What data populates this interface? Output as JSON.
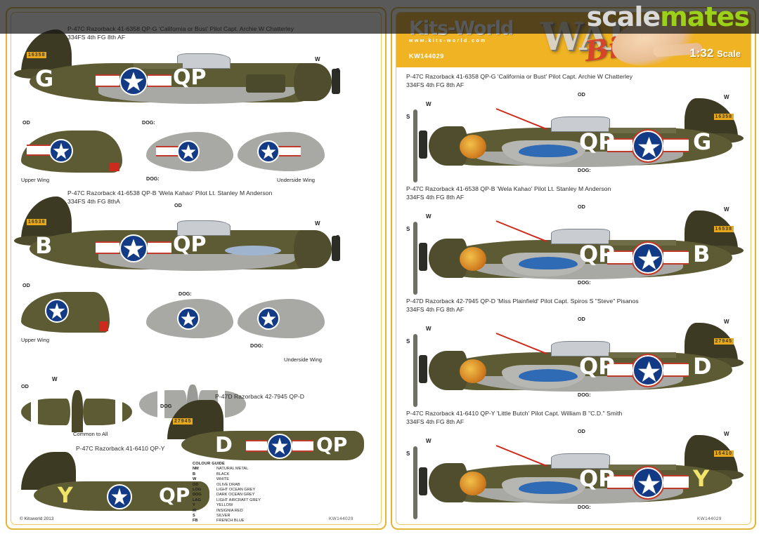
{
  "brand": {
    "logo": "Kits-World",
    "url": "www.kits-world.com",
    "product_code": "KW144029",
    "series_word1": "WAR",
    "series_word2": "Birds",
    "scale": "1:32",
    "scale_suffix": "Scale"
  },
  "watermark": {
    "part1": "scale",
    "part2": "mates"
  },
  "left_panel": {
    "captions": {
      "a1_line1": "P-47C Razorback 41-6358 QP-G 'California or Bust' Pilot Capt. Archie W Chatterley",
      "a1_line2": "334FS 4th FG 8th AF",
      "a2_line1": "P-47C Razorback 41-6538 QP-B 'Wela Kahao' Pilot  Lt. Stanley M  Anderson",
      "a2_line2": "334FS 4th FG 8thA",
      "a3": "P-47D Razorback 42-7945 QP-D",
      "a4": "P-47C Razorback 41-6410 QP-Y"
    },
    "wing_labels": {
      "upper_1": "Upper Wing",
      "under_1": "Underside Wing",
      "upper_2": "Upper Wing",
      "under_2": "Underside Wing",
      "common": "Common to All"
    },
    "colour_guide": {
      "title": "COLOUR GUIDE",
      "rows": [
        {
          "code": "NM",
          "name": "NATURAL METAL"
        },
        {
          "code": "B",
          "name": "BLACK"
        },
        {
          "code": "W",
          "name": "WHITE"
        },
        {
          "code": "OD",
          "name": "OLIVE DRAB"
        },
        {
          "code": "LOG",
          "name": "LIGHT OCEAN GREY"
        },
        {
          "code": "DOG",
          "name": "DARK OCEAN GREY"
        },
        {
          "code": "LAG",
          "name": "LIGHT AIRCRAFT GREY"
        },
        {
          "code": "Y",
          "name": "YELLOW"
        },
        {
          "code": "IR",
          "name": "INSIGNIA RED"
        },
        {
          "code": "S",
          "name": "SILVER"
        },
        {
          "code": "FB",
          "name": "FRENCH BLUE"
        }
      ]
    },
    "copyright": "© Kitsworld 2013",
    "sheet_code": "KW144029"
  },
  "right_panel": {
    "profiles": [
      {
        "line1": "P-47C Razorback 41-6358 QP-G 'California or Bust' Pilot Capt. Archie W Chatterley",
        "line2": "334FS 4th FG 8th AF",
        "serial": "16358",
        "code_letter": "G",
        "squadron_code": "QP"
      },
      {
        "line1": "P-47C Razorback 41-6538 QP-B 'Wela Kahao' Pilot  Lt. Stanley M  Anderson",
        "line2": "334FS 4th FG 8th AF",
        "serial": "16538",
        "code_letter": "B",
        "squadron_code": "QP"
      },
      {
        "line1": "P-47D Razorback 42-7945 QP-D 'Miss Plainfield' Pilot Capt. Spiros S \"Steve\" Pisanos",
        "line2": "334FS 4th FG 8th AF",
        "serial": "27945",
        "code_letter": "D",
        "squadron_code": "QP"
      },
      {
        "line1": "P-47C Razorback 41-6410 QP-Y 'Little Butch' Pilot Capt. William B \"C.D.\" Smith",
        "line2": "334FS 4th FG 8th AF",
        "serial": "16410",
        "code_letter": "Y",
        "squadron_code": "QP"
      }
    ],
    "sheet_code": "KW144029"
  },
  "annotations": {
    "od": "OD",
    "w": "W",
    "s": "S",
    "dog": "DOG:",
    "dog_plain": "DOG"
  },
  "left_serials": {
    "a1": "16358",
    "a2": "16538",
    "a3": "27945"
  },
  "left_codes": {
    "a1_letter": "G",
    "a1_qp": "QP",
    "a2_letter": "B",
    "a2_qp": "QP",
    "a3_letter": "D",
    "a3_qp": "QP",
    "a4_letter": "Y",
    "a4_qp": "QP"
  },
  "colors": {
    "brand_orange": "#f0b323",
    "border": "#e2b53a",
    "olive_drab": "#5d5b33",
    "light_grey": "#a8a9a4",
    "insignia_blue": "#123a85",
    "insignia_red": "#c0392b",
    "yellow": "#e9a81c",
    "watermark_green": "#9bd219"
  }
}
